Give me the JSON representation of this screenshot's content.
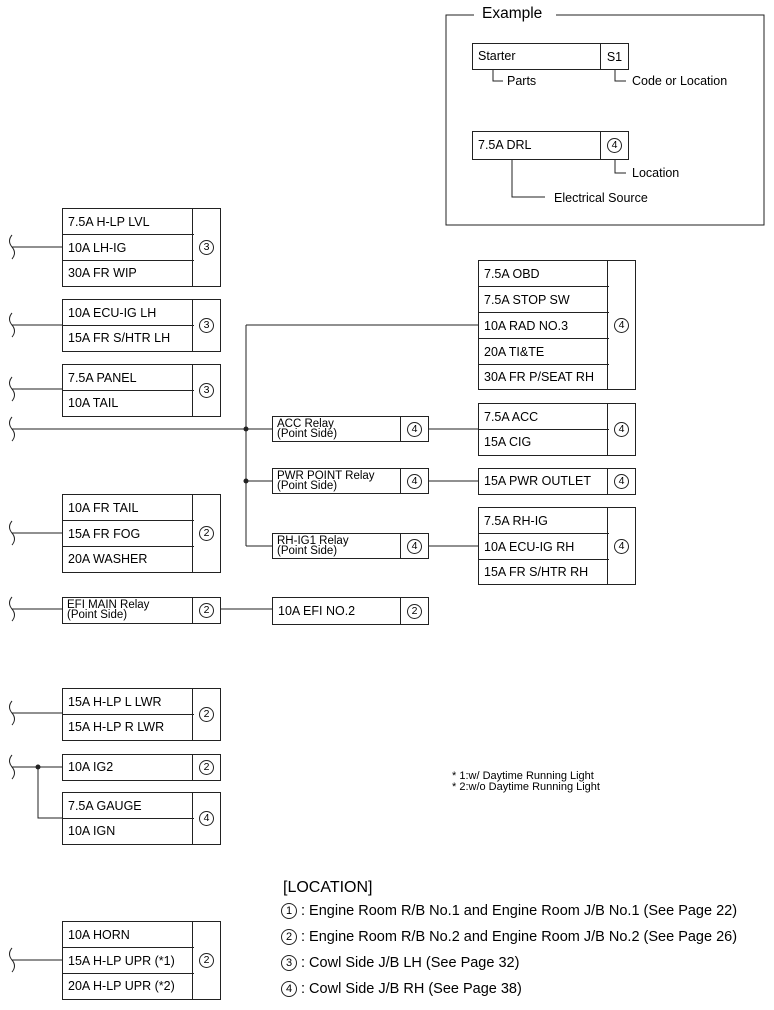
{
  "example": {
    "title": "Example",
    "part_name": "Starter",
    "part_code": "S1",
    "parts_label": "Parts",
    "code_label": "Code or Location",
    "source_name": "7.5A DRL",
    "source_loc": "4",
    "location_label": "Location",
    "electrical_source_label": "Electrical Source"
  },
  "groups": {
    "g1": {
      "loc": "3",
      "items": [
        "7.5A H-LP LVL",
        "10A LH-IG",
        "30A FR WIP"
      ]
    },
    "g2": {
      "loc": "3",
      "items": [
        "10A ECU-IG LH",
        "15A FR S/HTR LH"
      ]
    },
    "g3": {
      "loc": "3",
      "items": [
        "7.5A PANEL",
        "10A TAIL"
      ]
    },
    "g4": {
      "loc": "2",
      "items": [
        "10A FR TAIL",
        "15A FR FOG",
        "20A WASHER"
      ]
    },
    "efi_relay": {
      "loc": "2",
      "line1": "EFI MAIN Relay",
      "line2": "(Point Side)"
    },
    "efi2": {
      "loc": "2",
      "items": [
        "10A EFI NO.2"
      ]
    },
    "g6": {
      "loc": "2",
      "items": [
        "15A H-LP L LWR",
        "15A H-LP R LWR"
      ]
    },
    "ig2": {
      "loc": "2",
      "items": [
        "10A IG2"
      ]
    },
    "g8": {
      "loc": "4",
      "items": [
        "7.5A GAUGE",
        "10A IGN"
      ]
    },
    "g9": {
      "loc": "2",
      "items": [
        "10A HORN",
        "15A H-LP UPR (*1)",
        "20A H-LP UPR (*2)"
      ]
    },
    "r1": {
      "loc": "4",
      "items": [
        "7.5A OBD",
        "7.5A STOP SW",
        "10A RAD NO.3",
        "20A TI&TE",
        "30A FR P/SEAT RH"
      ]
    },
    "acc_relay": {
      "loc": "4",
      "line1": "ACC Relay",
      "line2": "(Point Side)"
    },
    "r2": {
      "loc": "4",
      "items": [
        "7.5A ACC",
        "15A CIG"
      ]
    },
    "pwr_relay": {
      "loc": "4",
      "line1": "PWR POINT Relay",
      "line2": "(Point Side)"
    },
    "r3": {
      "loc": "4",
      "items": [
        "15A PWR OUTLET"
      ]
    },
    "rh_relay": {
      "loc": "4",
      "line1": "RH-IG1 Relay",
      "line2": "(Point Side)"
    },
    "r4": {
      "loc": "4",
      "items": [
        "7.5A RH-IG",
        "10A ECU-IG RH",
        "15A FR S/HTR RH"
      ]
    }
  },
  "notes": [
    "* 1:w/ Daytime Running Light",
    "* 2:w/o Daytime Running Light"
  ],
  "legend": {
    "title": "[LOCATION]",
    "items": [
      {
        "num": "1",
        "text": ": Engine Room R/B No.1 and Engine Room J/B No.1 (See Page 22)"
      },
      {
        "num": "2",
        "text": ": Engine Room R/B No.2 and Engine Room J/B No.2 (See Page 26)"
      },
      {
        "num": "3",
        "text": ": Cowl Side J/B LH (See Page 32)"
      },
      {
        "num": "4",
        "text": ": Cowl Side J/B RH (See Page 38)"
      }
    ]
  }
}
